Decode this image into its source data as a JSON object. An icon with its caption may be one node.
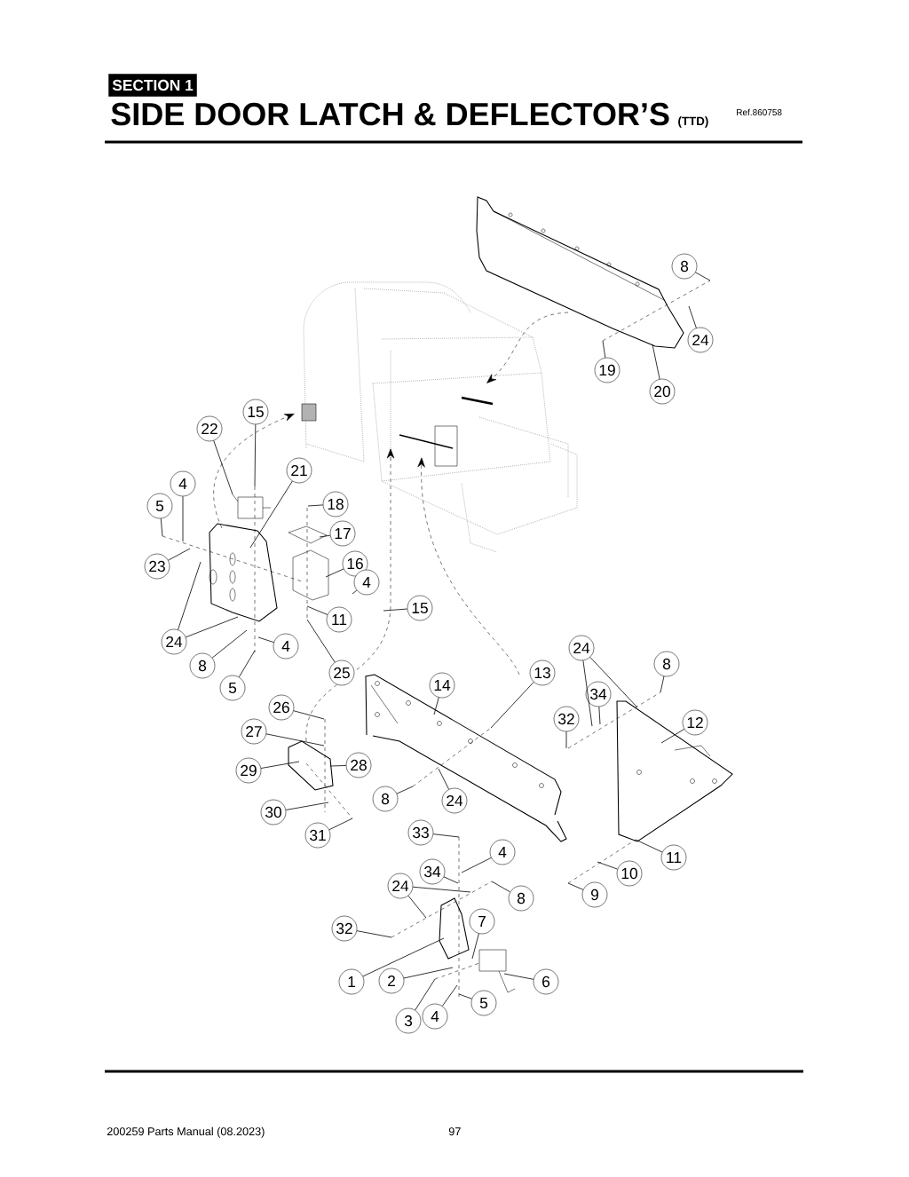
{
  "diagram": {
    "title": "SIDE DOOR LATCH & DEFLECTOR’S",
    "nodes": [
      {
        "text": [
          "8"
        ]
      },
      {
        "text": [
          "24"
        ]
      },
      {
        "text": [
          "19"
        ]
      },
      {
        "text": [
          "20"
        ]
      },
      {
        "text": [
          "15"
        ]
      },
      {
        "text": [
          "22"
        ]
      },
      {
        "text": [
          "4"
        ]
      },
      {
        "text": [
          "5"
        ]
      },
      {
        "text": [
          "21"
        ]
      },
      {
        "text": [
          "18"
        ]
      },
      {
        "text": [
          "17"
        ]
      },
      {
        "text": [
          "23"
        ]
      },
      {
        "text": [
          "16"
        ]
      },
      {
        "text": [
          "4"
        ]
      },
      {
        "text": [
          "15"
        ]
      },
      {
        "text": [
          "11"
        ]
      },
      {
        "text": [
          "24"
        ]
      },
      {
        "text": [
          "25"
        ]
      },
      {
        "text": [
          "8"
        ]
      },
      {
        "text": [
          "4"
        ]
      },
      {
        "text": [
          "5"
        ]
      },
      {
        "text": [
          "14"
        ]
      },
      {
        "text": [
          "13"
        ]
      },
      {
        "text": [
          "24"
        ]
      },
      {
        "text": [
          "8"
        ]
      },
      {
        "text": [
          "34"
        ]
      },
      {
        "text": [
          "32"
        ]
      },
      {
        "text": [
          "12"
        ]
      },
      {
        "text": [
          "26"
        ]
      },
      {
        "text": [
          "27"
        ]
      },
      {
        "text": [
          "29"
        ]
      },
      {
        "text": [
          "28"
        ]
      },
      {
        "text": [
          "8"
        ]
      },
      {
        "text": [
          "24"
        ]
      },
      {
        "text": [
          "30"
        ]
      },
      {
        "text": [
          "31"
        ]
      },
      {
        "text": [
          "33"
        ]
      },
      {
        "text": [
          "4"
        ]
      },
      {
        "text": [
          "34"
        ]
      },
      {
        "text": [
          "24"
        ]
      },
      {
        "text": [
          "8"
        ]
      },
      {
        "text": [
          "9"
        ]
      },
      {
        "text": [
          "10"
        ]
      },
      {
        "text": [
          "11"
        ]
      },
      {
        "text": [
          "32"
        ]
      },
      {
        "text": [
          "7"
        ]
      },
      {
        "text": [
          "1"
        ]
      },
      {
        "text": [
          "2"
        ]
      },
      {
        "text": [
          "6"
        ]
      },
      {
        "text": [
          "3"
        ]
      },
      {
        "text": [
          "4"
        ]
      },
      {
        "text": [
          "5"
        ]
      }
    ],
    "edges": [
      {
        "from": 0,
        "to": null,
        "arrow": "none"
      },
      {
        "from": 1,
        "to": null,
        "arrow": "none"
      },
      {
        "from": 2,
        "to": null,
        "arrow": "none"
      },
      {
        "from": 3,
        "to": null,
        "arrow": "none"
      },
      {
        "from": 4,
        "to": null,
        "arrow": "none"
      },
      {
        "from": 5,
        "to": null,
        "arrow": "none"
      },
      {
        "from": 6,
        "to": null,
        "arrow": "none"
      },
      {
        "from": 7,
        "to": null,
        "arrow": "none"
      },
      {
        "from": 8,
        "to": null,
        "arrow": "none"
      },
      {
        "from": 9,
        "to": null,
        "arrow": "none"
      },
      {
        "from": 10,
        "to": null,
        "arrow": "none"
      },
      {
        "from": 11,
        "to": null,
        "arrow": "none"
      },
      {
        "from": 12,
        "to": null,
        "arrow": "none"
      },
      {
        "from": 13,
        "to": null,
        "arrow": "none"
      },
      {
        "from": 14,
        "to": null,
        "arrow": "none"
      },
      {
        "from": 15,
        "to": null,
        "arrow": "none"
      },
      {
        "from": 16,
        "to": null,
        "arrow": "none"
      },
      {
        "from": 16,
        "to": null,
        "arrow": "none"
      },
      {
        "from": 17,
        "to": null,
        "arrow": "none"
      },
      {
        "from": 18,
        "to": null,
        "arrow": "none"
      },
      {
        "from": 19,
        "to": null,
        "arrow": "none"
      },
      {
        "from": 20,
        "to": null,
        "arrow": "none"
      },
      {
        "from": 21,
        "to": null,
        "arrow": "none"
      },
      {
        "from": 22,
        "to": null,
        "arrow": "none"
      },
      {
        "from": 23,
        "to": null,
        "arrow": "none"
      },
      {
        "from": 23,
        "to": null,
        "arrow": "none"
      },
      {
        "from": 24,
        "to": null,
        "arrow": "none"
      },
      {
        "from": 25,
        "to": null,
        "arrow": "none"
      },
      {
        "from": 26,
        "to": null,
        "arrow": "none"
      },
      {
        "from": 27,
        "to": null,
        "arrow": "none"
      },
      {
        "from": 28,
        "to": null,
        "arrow": "none"
      },
      {
        "from": 29,
        "to": null,
        "arrow": "none"
      },
      {
        "from": 30,
        "to": null,
        "arrow": "none"
      },
      {
        "from": 31,
        "to": null,
        "arrow": "none"
      },
      {
        "from": 32,
        "to": null,
        "arrow": "none"
      },
      {
        "from": 33,
        "to": null,
        "arrow": "none"
      },
      {
        "from": 34,
        "to": null,
        "arrow": "none"
      },
      {
        "from": 35,
        "to": null,
        "arrow": "none"
      },
      {
        "from": 36,
        "to": null,
        "arrow": "none"
      },
      {
        "from": 37,
        "to": null,
        "arrow": "none"
      },
      {
        "from": 38,
        "to": null,
        "arrow": "none"
      },
      {
        "from": 39,
        "to": null,
        "arrow": "none"
      },
      {
        "from": 39,
        "to": null,
        "arrow": "none"
      },
      {
        "from": 40,
        "to": null,
        "arrow": "none"
      },
      {
        "from": 41,
        "to": null,
        "arrow": "none"
      },
      {
        "from": 42,
        "to": null,
        "arrow": "none"
      },
      {
        "from": 43,
        "to": null,
        "arrow": "none"
      },
      {
        "from": 44,
        "to": null,
        "arrow": "none"
      },
      {
        "from": 45,
        "to": null,
        "arrow": "none"
      },
      {
        "from": 46,
        "to": null,
        "arrow": "none"
      },
      {
        "from": 47,
        "to": null,
        "arrow": "none"
      },
      {
        "from": 48,
        "to": null,
        "arrow": "none"
      },
      {
        "from": 49,
        "to": null,
        "arrow": "none"
      },
      {
        "from": 50,
        "to": null,
        "arrow": "none"
      },
      {
        "from": 51,
        "to": null,
        "arrow": "none"
      }
    ],
    "labels": [
      "SECTION 1",
      "(TTD)",
      "Ref.860758",
      "200259 Parts Manual (08.2023)",
      "97"
    ]
  }
}
